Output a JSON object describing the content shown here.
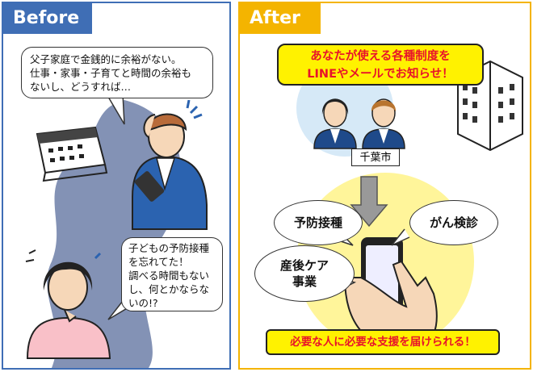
{
  "before": {
    "tab": "Before",
    "bubble1": [
      "父子家庭で金銭的に余裕がない。",
      "仕事・家事・子育てと時間の余裕も",
      "ないし、どうすれば…"
    ],
    "bubble2": [
      "子どもの予防接種",
      "を忘れてた！",
      "調べる時間もない",
      "し、何とかならな",
      "いの!?"
    ]
  },
  "after": {
    "tab": "After",
    "banner": [
      "あなたが使える各種制度を",
      "LINEやメールでお知らせ！"
    ],
    "city": "千葉市",
    "services": [
      "予防接種",
      "がん検診",
      "産後ケア\n事業"
    ],
    "footer": "必要な人に必要な支援を届けられる！"
  },
  "colors": {
    "before_accent": "#3f6eb5",
    "after_accent": "#f4b400",
    "highlight": "#fff200",
    "banner_text": "#e8132a"
  }
}
